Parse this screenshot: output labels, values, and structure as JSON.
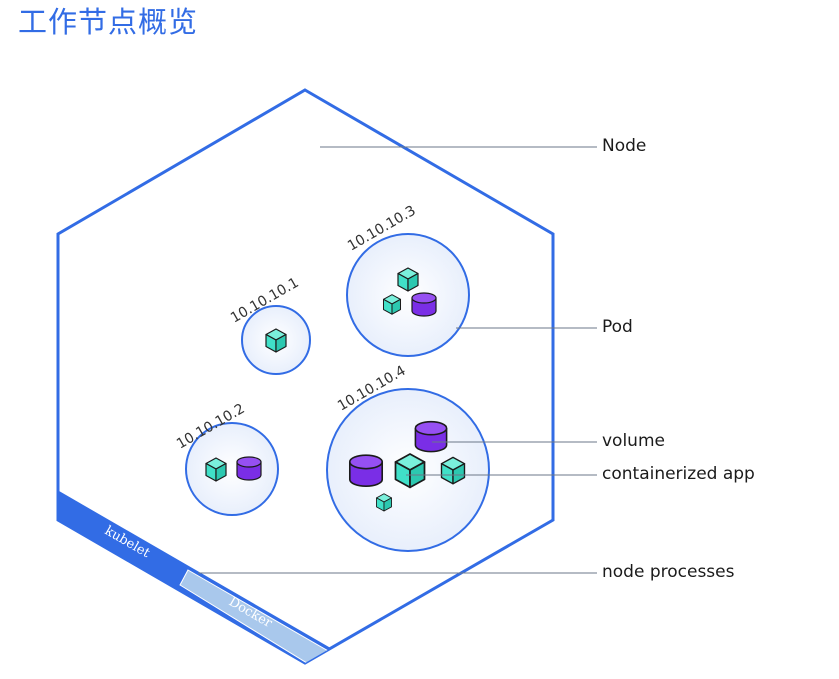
{
  "title": "工作节点概览",
  "labels": {
    "node": "Node",
    "pod": "Pod",
    "volume": "volume",
    "containerized_app": "containerized app",
    "node_processes": "node processes"
  },
  "pods": [
    {
      "ip": "10.10.10.1"
    },
    {
      "ip": "10.10.10.2"
    },
    {
      "ip": "10.10.10.3"
    },
    {
      "ip": "10.10.10.4"
    }
  ],
  "processes": {
    "kubelet": "kubelet",
    "docker": "Docker"
  },
  "colors": {
    "accent": "#326ce5",
    "container": "#40e0c8",
    "volume": "#7a2ee6",
    "docker_band": "#a9c8ec",
    "pod_fill": "#eef3fc"
  },
  "icons": [
    "container-cube-icon",
    "volume-cylinder-icon"
  ]
}
